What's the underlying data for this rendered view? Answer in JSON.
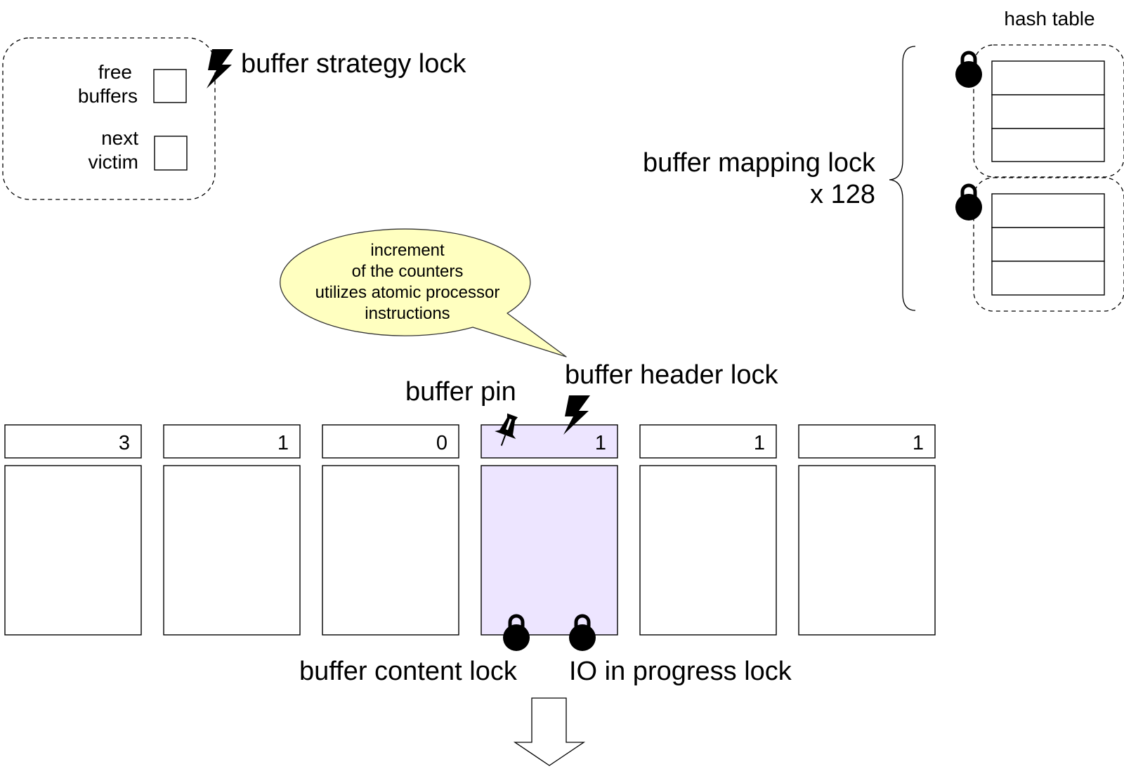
{
  "strategy": {
    "free_label_line1": "free",
    "free_label_line2": "buffers",
    "victim_label_line1": "next",
    "victim_label_line2": "victim",
    "lock_label": "buffer strategy lock",
    "lock_icon": "lightning-icon"
  },
  "hash_table": {
    "title": "hash table",
    "mapping_lock_line1": "buffer mapping lock",
    "mapping_lock_line2": "x 128",
    "partitions": [
      {
        "slots": 3,
        "lock_icon": "padlock-icon"
      },
      {
        "slots": 3,
        "lock_icon": "padlock-icon"
      }
    ]
  },
  "callout": {
    "lines": [
      "increment",
      "of the counters",
      "utilizes atomic processor",
      "instructions"
    ],
    "fill": "#ffffc0"
  },
  "labels": {
    "buffer_pin": "buffer pin",
    "buffer_header_lock": "buffer header lock",
    "buffer_content_lock": "buffer content lock",
    "io_in_progress_lock": "IO in progress lock"
  },
  "buffers": [
    {
      "count": "3",
      "highlighted": false
    },
    {
      "count": "1",
      "highlighted": false
    },
    {
      "count": "0",
      "highlighted": false
    },
    {
      "count": "1",
      "highlighted": true
    },
    {
      "count": "1",
      "highlighted": false
    },
    {
      "count": "1",
      "highlighted": false
    }
  ],
  "colors": {
    "highlight": "#ede5ff",
    "stroke": "#000000"
  }
}
